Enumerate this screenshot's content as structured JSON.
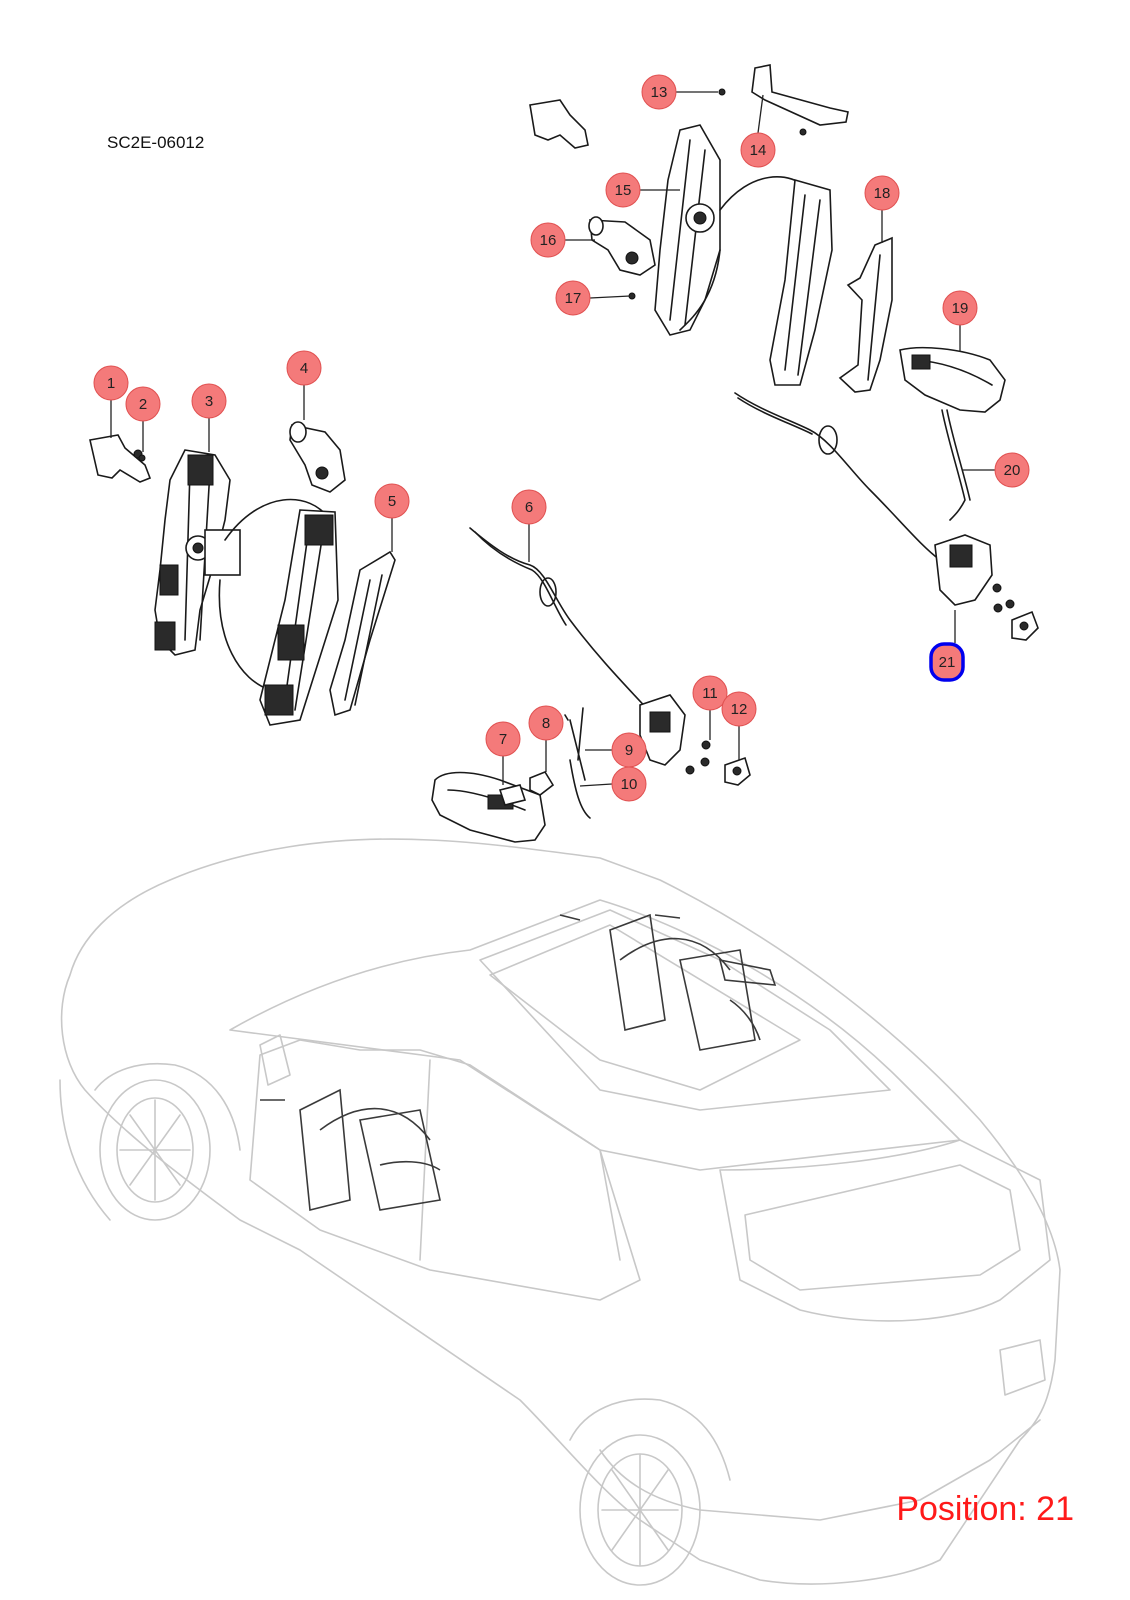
{
  "diagram_code": "SC2E-06012",
  "position_label": "Position: 21",
  "highlight_color": "#0000ee",
  "callout_color": "#f47a7a",
  "callouts": [
    {
      "label": "1"
    },
    {
      "label": "2"
    },
    {
      "label": "3"
    },
    {
      "label": "4"
    },
    {
      "label": "5"
    },
    {
      "label": "6"
    },
    {
      "label": "7"
    },
    {
      "label": "8"
    },
    {
      "label": "9"
    },
    {
      "label": "10"
    },
    {
      "label": "11"
    },
    {
      "label": "12"
    },
    {
      "label": "13"
    },
    {
      "label": "14"
    },
    {
      "label": "15"
    },
    {
      "label": "16"
    },
    {
      "label": "17"
    },
    {
      "label": "18"
    },
    {
      "label": "19"
    },
    {
      "label": "20"
    },
    {
      "label": "21",
      "selected": true
    }
  ]
}
